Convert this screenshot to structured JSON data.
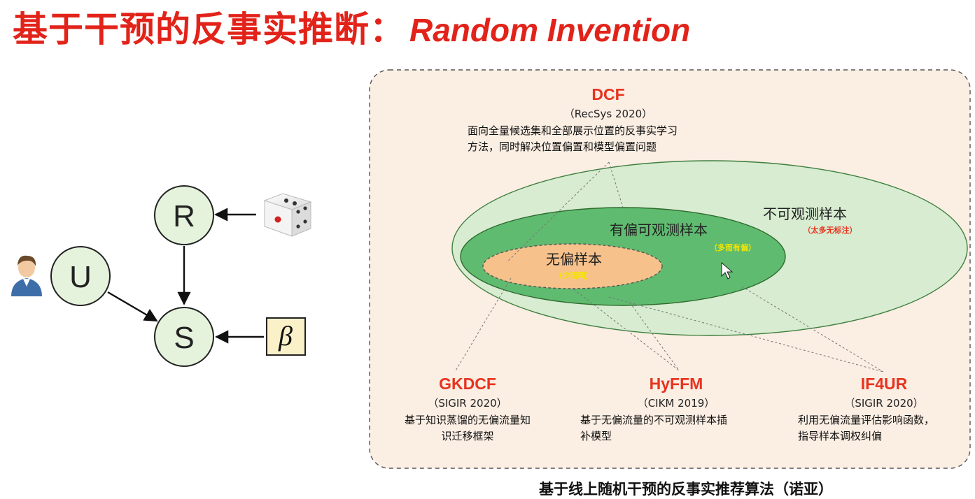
{
  "title": {
    "chinese": "基于干预的反事实推断：",
    "english": "Random Invention"
  },
  "causal_graph": {
    "nodes": {
      "r": "R",
      "u": "U",
      "s": "S"
    },
    "beta_symbol": "β",
    "icons": [
      "user-icon",
      "dice-icon"
    ]
  },
  "venn": {
    "outer": {
      "label": "不可观测样本",
      "note": "（太多无标注）"
    },
    "middle": {
      "label": "有偏可观测样本",
      "note": "（多而有偏）"
    },
    "inner": {
      "label": "无偏样本",
      "note": "（少而精）"
    }
  },
  "methods": {
    "dcf": {
      "name": "DCF",
      "venue": "（RecSys 2020）",
      "desc": [
        "面向全量候选集和全部展示位置的反事实学习",
        "方法，同时解决位置偏置和模型偏置问题"
      ]
    },
    "gkdcf": {
      "name": "GKDCF",
      "venue": "（SIGIR 2020）",
      "desc": [
        "基于知识蒸馏的无偏流量知",
        "识迁移框架"
      ]
    },
    "hyffm": {
      "name": "HyFFM",
      "venue": "（CIKM 2019）",
      "desc": [
        "基于无偏流量的不可观测样本插",
        "补模型"
      ]
    },
    "if4ur": {
      "name": "IF4UR",
      "venue": "（SIGIR 2020）",
      "desc": [
        "利用无偏流量评估影响函数，",
        "指导样本调权纠偏"
      ]
    }
  },
  "caption": "基于线上随机干预的反事实推荐算法（诺亚）",
  "colors": {
    "title_red": "#e2231a",
    "method_red": "#e8331f",
    "panel_bg": "#fbeee3",
    "outer_ellipse": "#d7ecd1",
    "middle_ellipse": "#5fbb6f",
    "inner_ellipse": "#f7c18b",
    "node_fill": "#e5f3dc",
    "note_yellow": "#f5e600"
  }
}
